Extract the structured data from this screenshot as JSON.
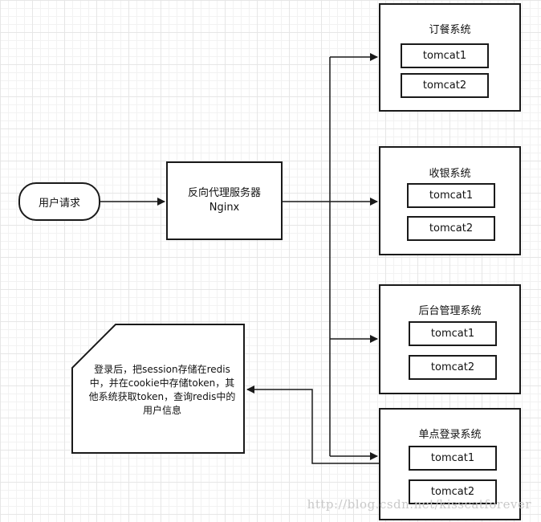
{
  "user_request": "用户请求",
  "proxy": {
    "line1": "反向代理服务器",
    "line2": "Nginx"
  },
  "systems": [
    {
      "name": "订餐系统",
      "nodes": [
        "tomcat1",
        "tomcat2"
      ]
    },
    {
      "name": "收银系统",
      "nodes": [
        "tomcat1",
        "tomcat2"
      ]
    },
    {
      "name": "后台管理系统",
      "nodes": [
        "tomcat1",
        "tomcat2"
      ]
    },
    {
      "name": "单点登录系统",
      "nodes": [
        "tomcat1",
        "tomcat2"
      ]
    }
  ],
  "note": {
    "lines": [
      "登录后，把session存储在redis",
      "中，并在cookie中存储token，其",
      "他系统获取token，查询redis中的",
      "用户信息"
    ]
  },
  "watermark": "http://blog.csdn.net/kisscatforever"
}
